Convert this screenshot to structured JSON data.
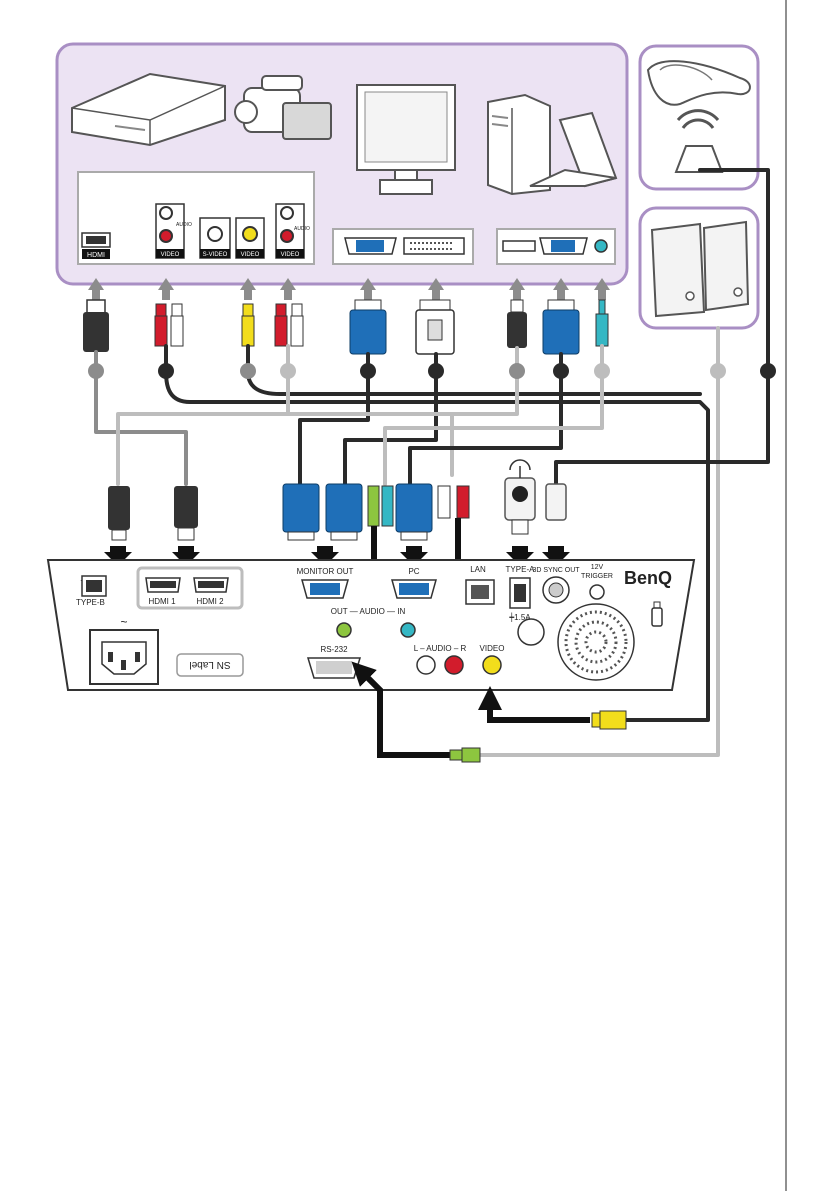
{
  "device_labels": {
    "hdmi": "HDMI",
    "audio_a": "AUDIO",
    "video_a": "VIDEO",
    "svideo": "S-VIDEO",
    "video_b": "VIDEO",
    "audio_b": "AUDIO",
    "video_c": "VIDEO"
  },
  "panel_labels": {
    "type_b": "TYPE-B",
    "hdmi1": "HDMI 1",
    "hdmi2": "HDMI 2",
    "monitor_out": "MONITOR OUT",
    "pc": "PC",
    "lan": "LAN",
    "type_a": "TYPE-A",
    "sync_out": "3D SYNC OUT",
    "trigger_12v": "12V",
    "trigger": "TRIGGER",
    "brand": "BenQ",
    "audio_out_in": "OUT — AUDIO — IN",
    "rs232": "RS-232",
    "audio_lr": "L – AUDIO – R",
    "video": "VIDEO",
    "current": "┿1.5A",
    "sn_label": "SN Label",
    "ac_symbol": "~"
  },
  "colors": {
    "panel_fill": "#ece3f3",
    "panel_border": "#a98fc4",
    "vga_blue": "#1f6fb8",
    "rca_red": "#d21c2c",
    "rca_yellow": "#f2dd1c",
    "audio_green": "#8dc63f",
    "audio_cyan": "#35b7c4",
    "cable_dark": "#2a2a2a",
    "cable_grey": "#bdbdbd"
  }
}
